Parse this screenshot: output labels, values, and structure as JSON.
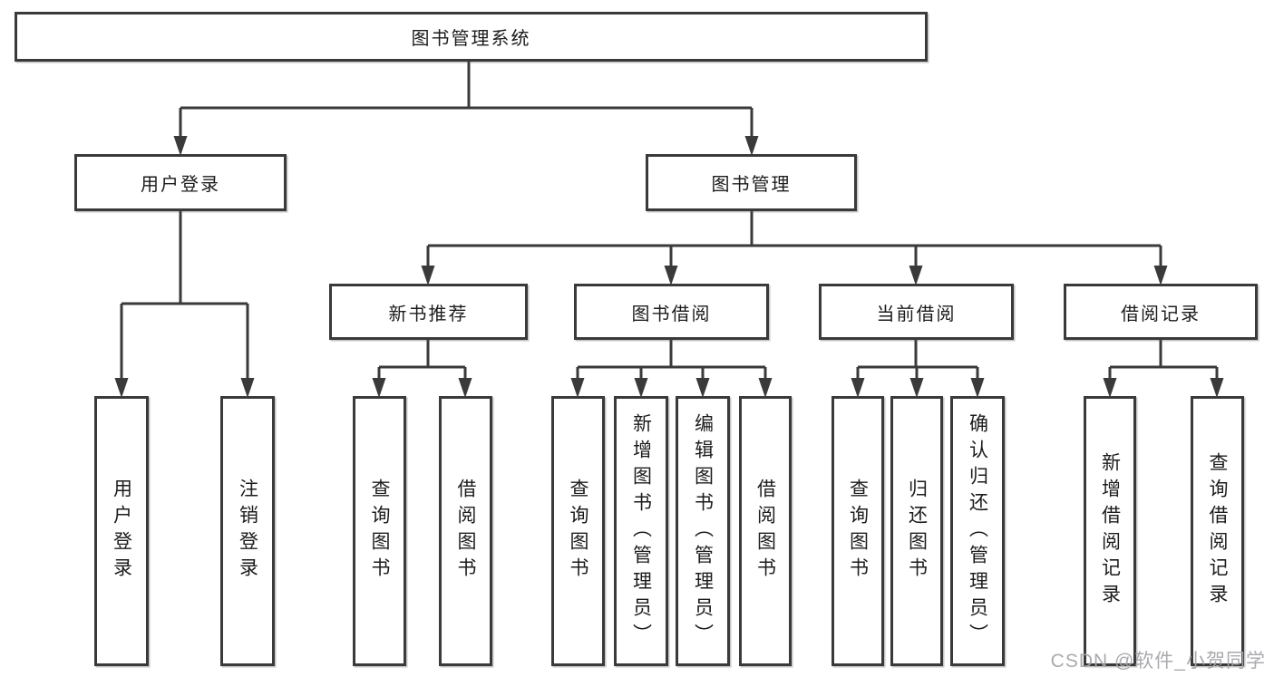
{
  "diagram": {
    "root": {
      "label": "图书管理系统",
      "children": [
        {
          "label": "用户登录",
          "children": [
            {
              "label": "用户登录"
            },
            {
              "label": "注销登录"
            }
          ]
        },
        {
          "label": "图书管理",
          "children": [
            {
              "label": "新书推荐",
              "children": [
                {
                  "label": "查询图书"
                },
                {
                  "label": "借阅图书"
                }
              ]
            },
            {
              "label": "图书借阅",
              "children": [
                {
                  "label": "查询图书"
                },
                {
                  "label": "新增图书（管理员）"
                },
                {
                  "label": "编辑图书（管理员）"
                },
                {
                  "label": "借阅图书"
                }
              ]
            },
            {
              "label": "当前借阅",
              "children": [
                {
                  "label": "查询图书"
                },
                {
                  "label": "归还图书"
                },
                {
                  "label": "确认归还（管理员）"
                }
              ]
            },
            {
              "label": "借阅记录",
              "children": [
                {
                  "label": "新增借阅记录"
                },
                {
                  "label": "查询借阅记录"
                }
              ]
            }
          ]
        }
      ]
    }
  },
  "watermark": "CSDN @软件_小贺同学",
  "colors": {
    "line": "#3a3a3a",
    "text": "#1c1c1c",
    "watermark": "#a5a5ab"
  }
}
